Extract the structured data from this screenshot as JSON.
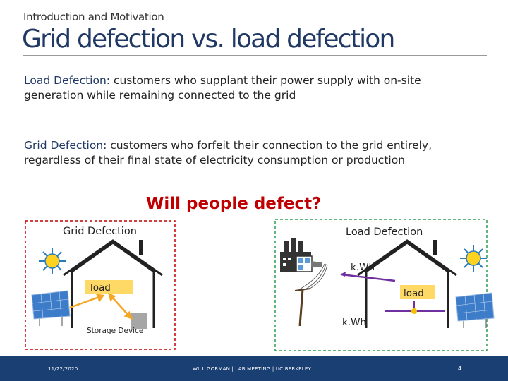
{
  "header": {
    "kicker": "Introduction and Motivation",
    "title": "Grid defection vs. load defection"
  },
  "definitions": {
    "load_term": "Load Defection:",
    "load_text": " customers who supplant their power supply with on-site generation while remaining connected to the grid",
    "grid_term": "Grid Defection:",
    "grid_text": " customers who forfeit their connection to the grid entirely, regardless of their final state of electricity consumption or production"
  },
  "question": "Will people defect?",
  "diagram": {
    "grid_panel_label": "Grid Defection",
    "load_panel_label": "Load Defection",
    "grid_load_label": "load",
    "storage_label": "Storage Device",
    "load_load_label": "load",
    "kwh_top": "k.Wh",
    "kwh_bottom": "k.Wh",
    "colors": {
      "grid_panel_border": "#c00000",
      "load_panel_border": "#2e9e4f",
      "load_box": "#ffd966",
      "arrow_orange": "#f5a623",
      "arrow_purple": "#7030a0"
    },
    "icons": [
      "sun-icon",
      "solar-panel-icon",
      "house-icon",
      "factory-icon",
      "power-pole-icon",
      "storage-device-icon"
    ]
  },
  "footer": {
    "date": "11/22/2020",
    "center": "WILL GORMAN | LAB MEETING | UC BERKELEY",
    "page": "4"
  }
}
